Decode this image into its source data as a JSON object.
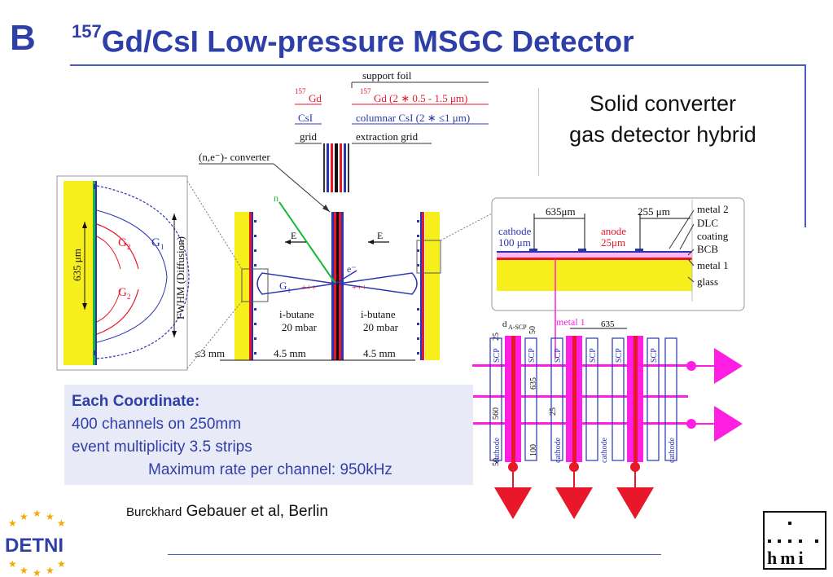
{
  "header": {
    "letter": "B",
    "title_sup": "157",
    "title_main": "Gd/CsI Low-pressure MSGC Detector"
  },
  "subtitle": {
    "line1": "Solid converter",
    "line2": "gas detector hybrid"
  },
  "stack_labels": {
    "support_foil": "support foil",
    "gd_left": "Gd",
    "gd_left_sup": "157",
    "gd_right": "Gd (2 ∗ 0.5 - 1.5 μm)",
    "gd_right_sup": "157",
    "csi_left": "CsI",
    "csi_right": "columnar CsI (2 ∗  ≤1 μm)",
    "grid_left": "grid",
    "grid_right": "extraction grid",
    "converter": "(n,e⁻)- converter"
  },
  "cross_section": {
    "neutron": "n",
    "electron": "e⁻",
    "field_left": "E",
    "field_right": "E",
    "g1": "G",
    "g1_sub": "1",
    "gas_left_1": "i-butane",
    "gas_left_2": "20 mbar",
    "gas_right_1": "i-butane",
    "gas_right_2": "20 mbar",
    "dim_left": "≤3 mm",
    "dim_mid_left": "4.5 mm",
    "dim_mid_right": "4.5 mm"
  },
  "inset_left": {
    "dim": "635 μm",
    "g2_top": "G",
    "g2_top_sub": "2",
    "g1": "G",
    "g1_sub": "1",
    "g2_bottom": "G",
    "g2_bottom_sub": "2",
    "fwhm": "FWHM (Diffusion)"
  },
  "inset_right": {
    "dim_635": "635μm",
    "dim_255": "255 μm",
    "cathode_1": "cathode",
    "cathode_2": "100 μm",
    "anode_1": "anode",
    "anode_2": "25μm",
    "layers": [
      "metal 2",
      "DLC",
      "coating",
      "BCB",
      "metal 1",
      "glass"
    ]
  },
  "layout_plan": {
    "metal1": "metal 1",
    "d_label": "d",
    "d_sub": "A-SCP",
    "dim_635": "635",
    "dim_25_top": "25",
    "dim_50": "50",
    "dim_635_vert": "635",
    "dim_25_mid": "25",
    "dim_560": "560",
    "dim_100": "100",
    "dim_50_bottom": "50",
    "scp_label": "SCP",
    "cathode_label": "cathode"
  },
  "info_box": {
    "heading": "Each Coordinate:",
    "line1": "400 channels on 250mm",
    "line2": "event multiplicity 3.5 strips",
    "line3": "Maximum rate per channel: 950kHz"
  },
  "credit": {
    "first": "Burckhard",
    "rest": " Gebauer et al, Berlin"
  },
  "logos": {
    "detni": "DETNI",
    "hmi": "hmi"
  },
  "colors": {
    "title_blue": "#2f3fa8",
    "red": "#e8172a",
    "blue": "#2a35b0",
    "magenta": "#ff1fe3",
    "yellow": "#f7ef1c",
    "green": "#17b83a"
  }
}
